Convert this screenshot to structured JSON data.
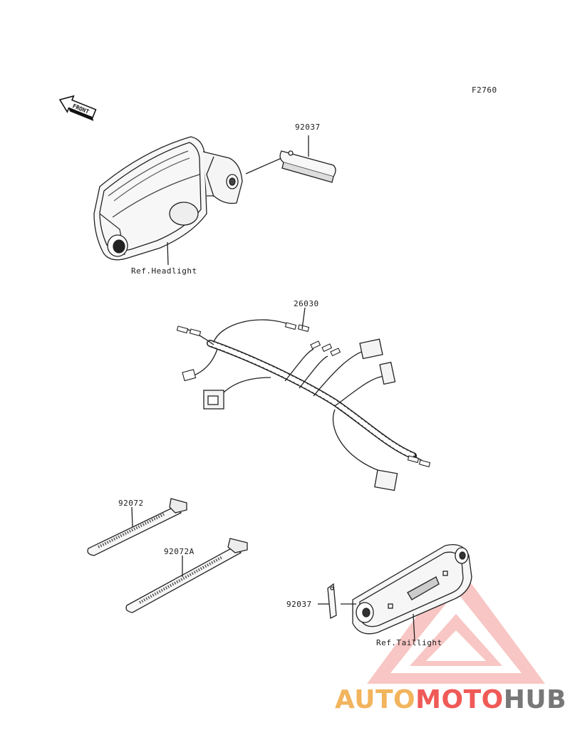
{
  "figure_code": "F2760",
  "front_arrow_text": "FRONT",
  "parts": {
    "mount_bracket_top": "92037",
    "ref_headlight": "Ref.Headlight",
    "wire_harness": "26030",
    "band_short": "92072",
    "band_long": "92072A",
    "mount_bracket_bottom": "92037",
    "ref_taillight": "Ref.Taillight"
  },
  "watermark": {
    "part1": "AUTO",
    "part2": "MOTO",
    "part3": "HUB",
    "colors": {
      "part1": "#f2b45c",
      "part2": "#ef5a57",
      "part3": "#777777",
      "triangle": "#ef5a57"
    }
  }
}
